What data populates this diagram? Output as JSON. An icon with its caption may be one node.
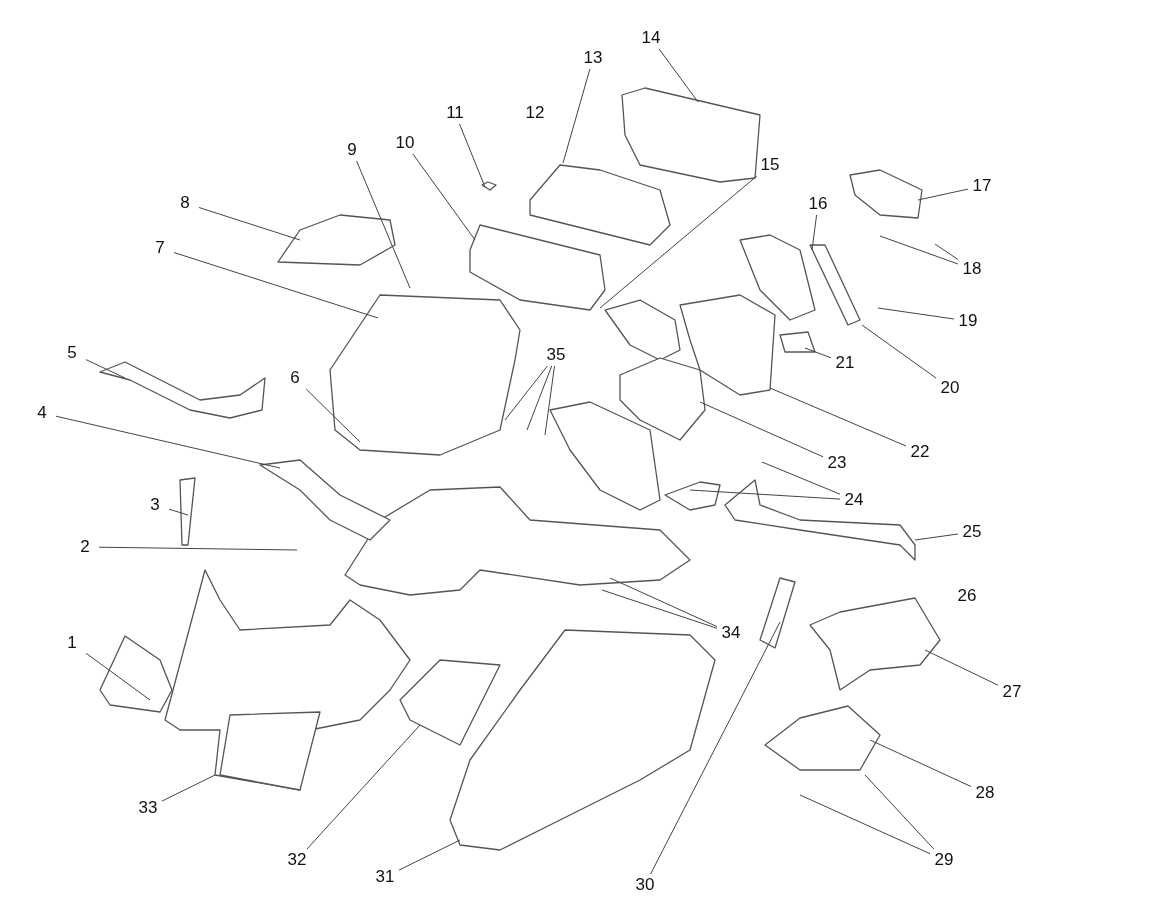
{
  "diagram": {
    "nodes": [
      {
        "text": [
          "1"
        ]
      },
      {
        "text": [
          "2"
        ]
      },
      {
        "text": [
          "3"
        ]
      },
      {
        "text": [
          "4"
        ]
      },
      {
        "text": [
          "5"
        ]
      },
      {
        "text": [
          "6"
        ]
      },
      {
        "text": [
          "7"
        ]
      },
      {
        "text": [
          "8"
        ]
      },
      {
        "text": [
          "9"
        ]
      },
      {
        "text": [
          "10"
        ]
      },
      {
        "text": [
          "11"
        ]
      },
      {
        "text": [
          "13"
        ]
      },
      {
        "text": [
          "14"
        ]
      },
      {
        "text": [
          "15"
        ]
      },
      {
        "text": [
          "16"
        ]
      },
      {
        "text": [
          "17"
        ]
      },
      {
        "text": [
          "18"
        ]
      },
      {
        "text": [
          "19"
        ]
      },
      {
        "text": [
          "20"
        ]
      },
      {
        "text": [
          "21"
        ]
      },
      {
        "text": [
          "22"
        ]
      },
      {
        "text": [
          "23"
        ]
      },
      {
        "text": [
          "24"
        ]
      },
      {
        "text": [
          "25"
        ]
      },
      {
        "text": [
          "27"
        ]
      },
      {
        "text": [
          "28"
        ]
      },
      {
        "text": [
          "29"
        ]
      },
      {
        "text": [
          "30"
        ]
      },
      {
        "text": [
          "31"
        ]
      },
      {
        "text": [
          "32"
        ]
      },
      {
        "text": [
          "33"
        ]
      },
      {
        "text": [
          "34"
        ]
      },
      {
        "text": [
          "35"
        ]
      }
    ],
    "edges": [
      {
        "from": 0,
        "to": null,
        "arrow": "none"
      },
      {
        "from": 1,
        "to": null,
        "arrow": "none"
      },
      {
        "from": 2,
        "to": null,
        "arrow": "none"
      },
      {
        "from": 3,
        "to": null,
        "arrow": "none"
      },
      {
        "from": 4,
        "to": null,
        "arrow": "none"
      },
      {
        "from": 5,
        "to": null,
        "arrow": "none"
      },
      {
        "from": 6,
        "to": null,
        "arrow": "none"
      },
      {
        "from": 7,
        "to": null,
        "arrow": "none"
      },
      {
        "from": 8,
        "to": null,
        "arrow": "none"
      },
      {
        "from": 9,
        "to": null,
        "arrow": "none"
      },
      {
        "from": 10,
        "to": null,
        "arrow": "none"
      },
      {
        "from": 11,
        "to": null,
        "arrow": "none"
      },
      {
        "from": 12,
        "to": null,
        "arrow": "none"
      },
      {
        "from": 13,
        "to": null,
        "arrow": "none"
      },
      {
        "from": 14,
        "to": null,
        "arrow": "none"
      },
      {
        "from": 15,
        "to": null,
        "arrow": "none"
      },
      {
        "from": 16,
        "to": null,
        "arrow": "none"
      },
      {
        "from": 16,
        "to": null,
        "arrow": "none"
      },
      {
        "from": 17,
        "to": null,
        "arrow": "none"
      },
      {
        "from": 18,
        "to": null,
        "arrow": "none"
      },
      {
        "from": 19,
        "to": null,
        "arrow": "none"
      },
      {
        "from": 20,
        "to": null,
        "arrow": "none"
      },
      {
        "from": 21,
        "to": null,
        "arrow": "none"
      },
      {
        "from": 22,
        "to": null,
        "arrow": "none"
      },
      {
        "from": 22,
        "to": null,
        "arrow": "none"
      },
      {
        "from": 23,
        "to": null,
        "arrow": "none"
      },
      {
        "from": 24,
        "to": null,
        "arrow": "none"
      },
      {
        "from": 25,
        "to": null,
        "arrow": "none"
      },
      {
        "from": 26,
        "to": null,
        "arrow": "none"
      },
      {
        "from": 26,
        "to": null,
        "arrow": "none"
      },
      {
        "from": 27,
        "to": null,
        "arrow": "none"
      },
      {
        "from": 28,
        "to": null,
        "arrow": "none"
      },
      {
        "from": 29,
        "to": null,
        "arrow": "none"
      },
      {
        "from": 30,
        "to": null,
        "arrow": "none"
      },
      {
        "from": 31,
        "to": null,
        "arrow": "none"
      },
      {
        "from": 31,
        "to": null,
        "arrow": "none"
      },
      {
        "from": 32,
        "to": null,
        "arrow": "none"
      },
      {
        "from": 32,
        "to": null,
        "arrow": "none"
      },
      {
        "from": 32,
        "to": null,
        "arrow": "none"
      }
    ],
    "labels": [
      "12",
      "26"
    ]
  }
}
